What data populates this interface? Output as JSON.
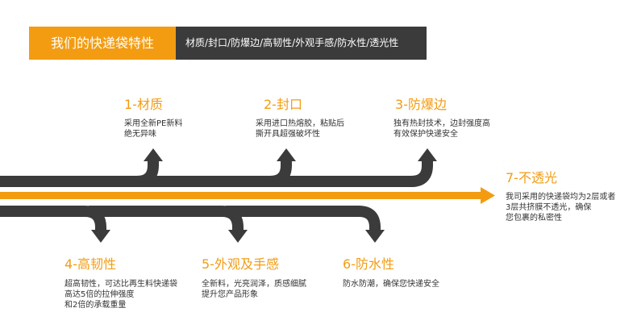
{
  "header": {
    "title": "我们的快递袋特性",
    "subtitle": "材质/封口/防爆边/高韧性/外观手感/防水性/透光性"
  },
  "features": [
    {
      "title": "1-材质",
      "lines": [
        "采用全新PE新料",
        "绝无异味"
      ]
    },
    {
      "title": "2-封口",
      "lines": [
        "采用进口热熔胶，粘贴后",
        "撕开具超强破坏性"
      ]
    },
    {
      "title": "3-防爆边",
      "lines": [
        "独有热封技术，边封强度高",
        "有效保护快递安全"
      ]
    },
    {
      "title": "4-高韧性",
      "lines": [
        "超高韧性，可达比再生料快递袋",
        "高达5倍的拉伸强度",
        "和2倍的承载重量"
      ]
    },
    {
      "title": "5-外观及手感",
      "lines": [
        "全新料，光亮润泽，质感细腻",
        "提升您产品形象"
      ]
    },
    {
      "title": "6-防水性",
      "lines": [
        "防水防潮，确保您快递安全"
      ]
    },
    {
      "title": "7-不透光",
      "lines": [
        "我司采用的快递袋均为2层或者",
        "3层共挤膜不透光，确保",
        "您包裹的私密性"
      ]
    }
  ],
  "colors": {
    "accent": "#f39c12",
    "dark": "#3b3b3b"
  }
}
